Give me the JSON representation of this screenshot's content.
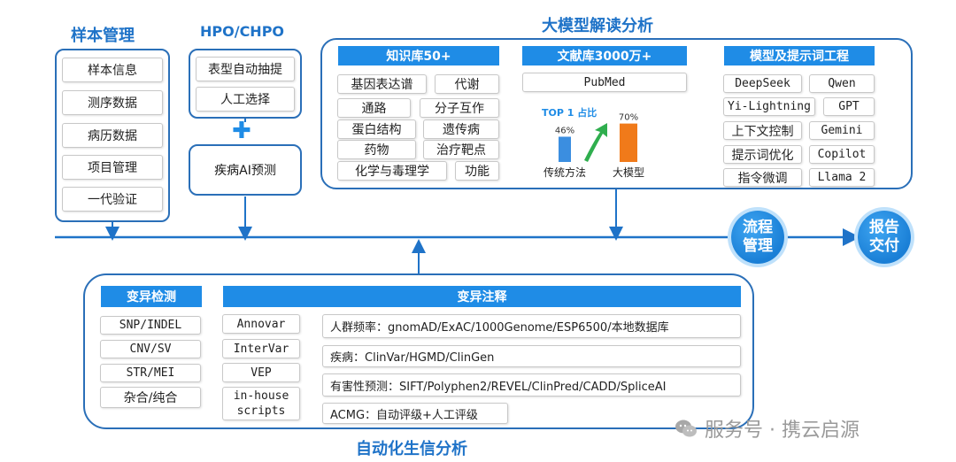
{
  "sample_mgmt": {
    "title": "样本管理",
    "items": [
      "样本信息",
      "测序数据",
      "病历数据",
      "项目管理",
      "一代验证"
    ]
  },
  "hpo": {
    "title": "HPO/CHPO",
    "items": [
      "表型自动抽提",
      "人工选择"
    ],
    "plus": "✚",
    "ai": "疾病AI预测"
  },
  "llm": {
    "title": "大模型解读分析",
    "kb": {
      "header": "知识库50+",
      "items": [
        "基因表达谱",
        "代谢",
        "通路",
        "分子互作",
        "蛋白结构",
        "遗传病",
        "药物",
        "治疗靶点",
        "化学与毒理学",
        "功能"
      ]
    },
    "lit": {
      "header": "文献库3000万+",
      "pubmed": "PubMed",
      "top_label": "TOP 1 占比"
    },
    "models": {
      "header": "模型及提示词工程",
      "items": [
        "DeepSeek",
        "Qwen",
        "Yi-Lightning",
        "GPT",
        "上下文控制",
        "Gemini",
        "提示词优化",
        "Copilot",
        "指令微调",
        "Llama 2"
      ]
    }
  },
  "chart_data": {
    "type": "bar",
    "title": "TOP 1 占比",
    "categories": [
      "传统方法",
      "大模型"
    ],
    "values": [
      46,
      70
    ],
    "value_labels": [
      "46%",
      "70%"
    ],
    "colors": [
      "#3b8ee0",
      "#f07a1a"
    ],
    "ylim": [
      0,
      100
    ]
  },
  "flow": {
    "process": "流程\n管理",
    "report": "报告\n交付"
  },
  "bio": {
    "title": "自动化生信分析",
    "detect": {
      "header": "变异检测",
      "items": [
        "SNP/INDEL",
        "CNV/SV",
        "STR/MEI",
        "杂合/纯合"
      ]
    },
    "annot": {
      "header": "变异注释",
      "tools": [
        "Annovar",
        "InterVar",
        "VEP",
        "in-house\nscripts"
      ],
      "rows": [
        "人群频率：gnomAD/ExAC/1000Genome/ESP6500/本地数据库",
        "疾病：ClinVar/HGMD/ClinGen",
        "有害性预测：SIFT/Polyphen2/REVEL/ClinPred/CADD/SpliceAI",
        "ACMG：自动评级+人工评级"
      ]
    }
  },
  "watermark": "服务号 · 携云启源",
  "colors": {
    "primary": "#1f8ce6",
    "border": "#2a6fb8",
    "title": "#1f73c8"
  }
}
